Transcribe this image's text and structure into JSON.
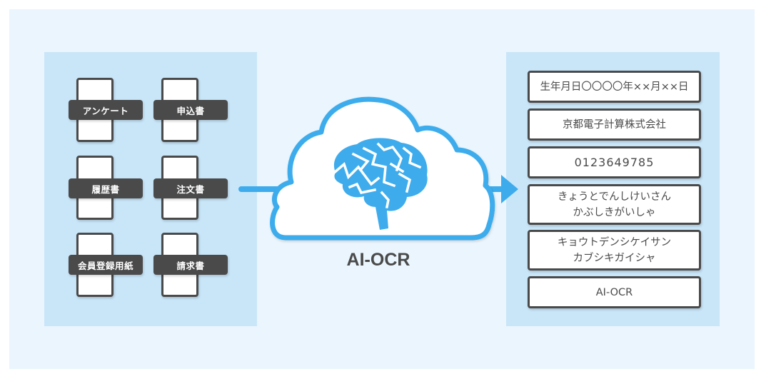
{
  "diagram": {
    "title": "AI-OCR",
    "colors": {
      "background": "#eaf5fd",
      "panel": "#c9e6f9",
      "accent": "#3eacec",
      "dark": "#4a4a4a"
    },
    "input_documents": [
      {
        "label": "アンケート",
        "icon": "document-icon"
      },
      {
        "label": "申込書",
        "icon": "document-icon"
      },
      {
        "label": "履歴書",
        "icon": "document-icon"
      },
      {
        "label": "注文書",
        "icon": "document-icon"
      },
      {
        "label": "会員登録用紙",
        "icon": "document-icon"
      },
      {
        "label": "請求書",
        "icon": "document-icon"
      }
    ],
    "processor": {
      "label": "AI-OCR",
      "icon": "cloud-brain-icon"
    },
    "output_results": [
      {
        "lines": [
          "生年月日〇〇〇〇年××月××日"
        ]
      },
      {
        "lines": [
          "京都電子計算株式会社"
        ]
      },
      {
        "lines": [
          "0123649785"
        ]
      },
      {
        "lines": [
          "きょうとでんしけいさん",
          "かぶしきがいしゃ"
        ]
      },
      {
        "lines": [
          "キョウトデンシケイサン",
          "カブシキガイシャ"
        ]
      },
      {
        "lines": [
          "AI-OCR"
        ]
      }
    ]
  }
}
